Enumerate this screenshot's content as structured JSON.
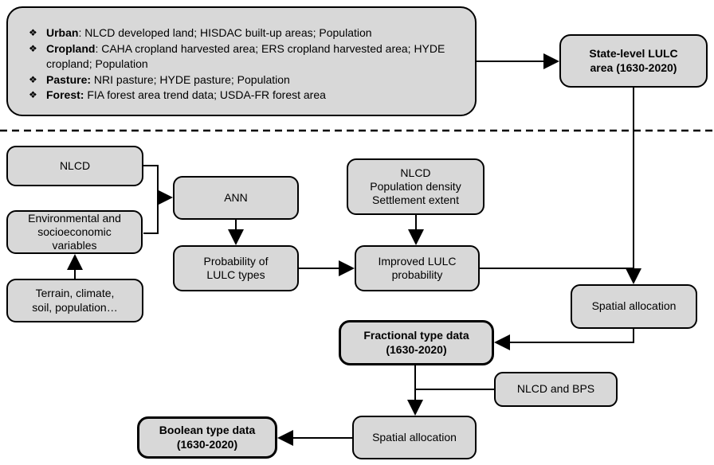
{
  "panel": {
    "bullet": "❖",
    "items": [
      {
        "term": "Urban",
        "rest": ": NLCD developed land; HISDAC built-up areas; Population"
      },
      {
        "term": "Cropland",
        "rest": ": CAHA cropland harvested area; ERS cropland harvested area; HYDE cropland; Population"
      },
      {
        "term": "Pasture:",
        "rest": " NRI pasture; HYDE pasture; Population"
      },
      {
        "term": "Forest:",
        "rest": " FIA forest area trend data; USDA-FR forest area"
      }
    ]
  },
  "nodes": {
    "state_level": "State-level LULC\narea (1630-2020)",
    "nlcd": "NLCD",
    "env_socio": "Environmental and\nsocioeconomic\nvariables",
    "terrain": "Terrain, climate,\nsoil, population…",
    "ann": "ANN",
    "prob_lulc": "Probability of\nLULC types",
    "nlcd_pop_settle": "NLCD\nPopulation density\nSettlement extent",
    "improved_lulc": "Improved LULC\nprobability",
    "spatial_alloc_1": "Spatial allocation",
    "fractional": "Fractional type data\n(1630-2020)",
    "nlcd_bps": "NLCD and BPS",
    "spatial_alloc_2": "Spatial allocation",
    "boolean": "Boolean type data\n(1630-2020)"
  },
  "colors": {
    "node_fill": "#d8d8d8",
    "node_border": "#000000",
    "line": "#000000",
    "background": "#ffffff"
  }
}
